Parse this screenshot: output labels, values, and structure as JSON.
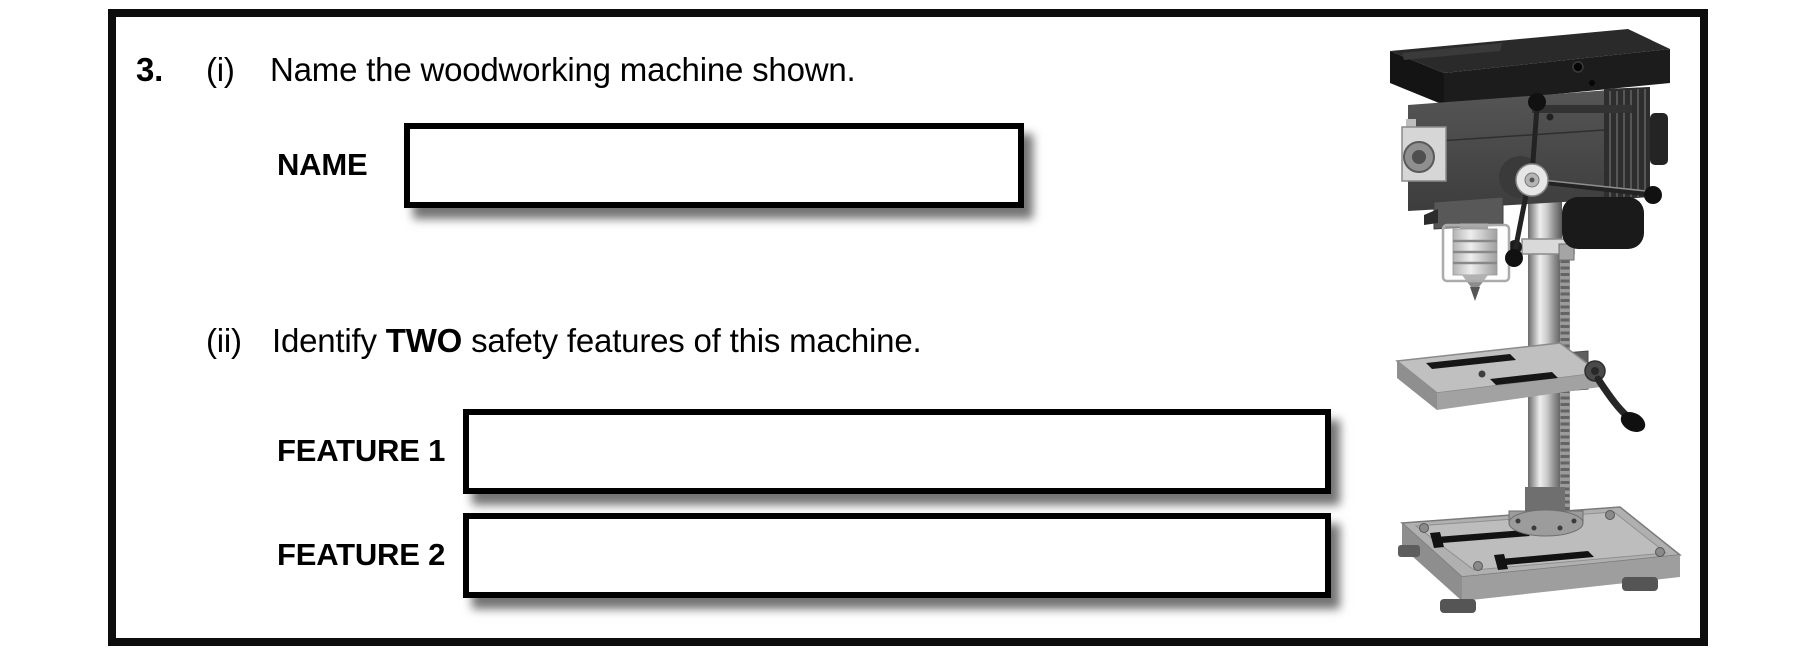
{
  "colors": {
    "ink": "#000000",
    "frame_border": "#0d0d0d",
    "box_border": "#000000",
    "box_shadow": "rgba(0,0,0,0.55)"
  },
  "question": {
    "number": "3.",
    "part_i": {
      "label": "(i)",
      "text": "Name the woodworking machine shown."
    },
    "part_ii": {
      "label": "(ii)",
      "text_prefix": "Identify ",
      "text_bold": "TWO",
      "text_suffix": " safety features of this machine."
    }
  },
  "fields": {
    "name": {
      "label": "NAME",
      "value": ""
    },
    "feature1": {
      "label": "FEATURE 1",
      "value": ""
    },
    "feature2": {
      "label": "FEATURE 2",
      "value": ""
    }
  },
  "image": {
    "name": "bench-pillar-drill",
    "description": "Grayscale photograph of a bench-mounted pillar drill (drill press) with belt cover, motor, chuck guard, feed handles, rise-and-fall table with crank, column and slotted base"
  }
}
